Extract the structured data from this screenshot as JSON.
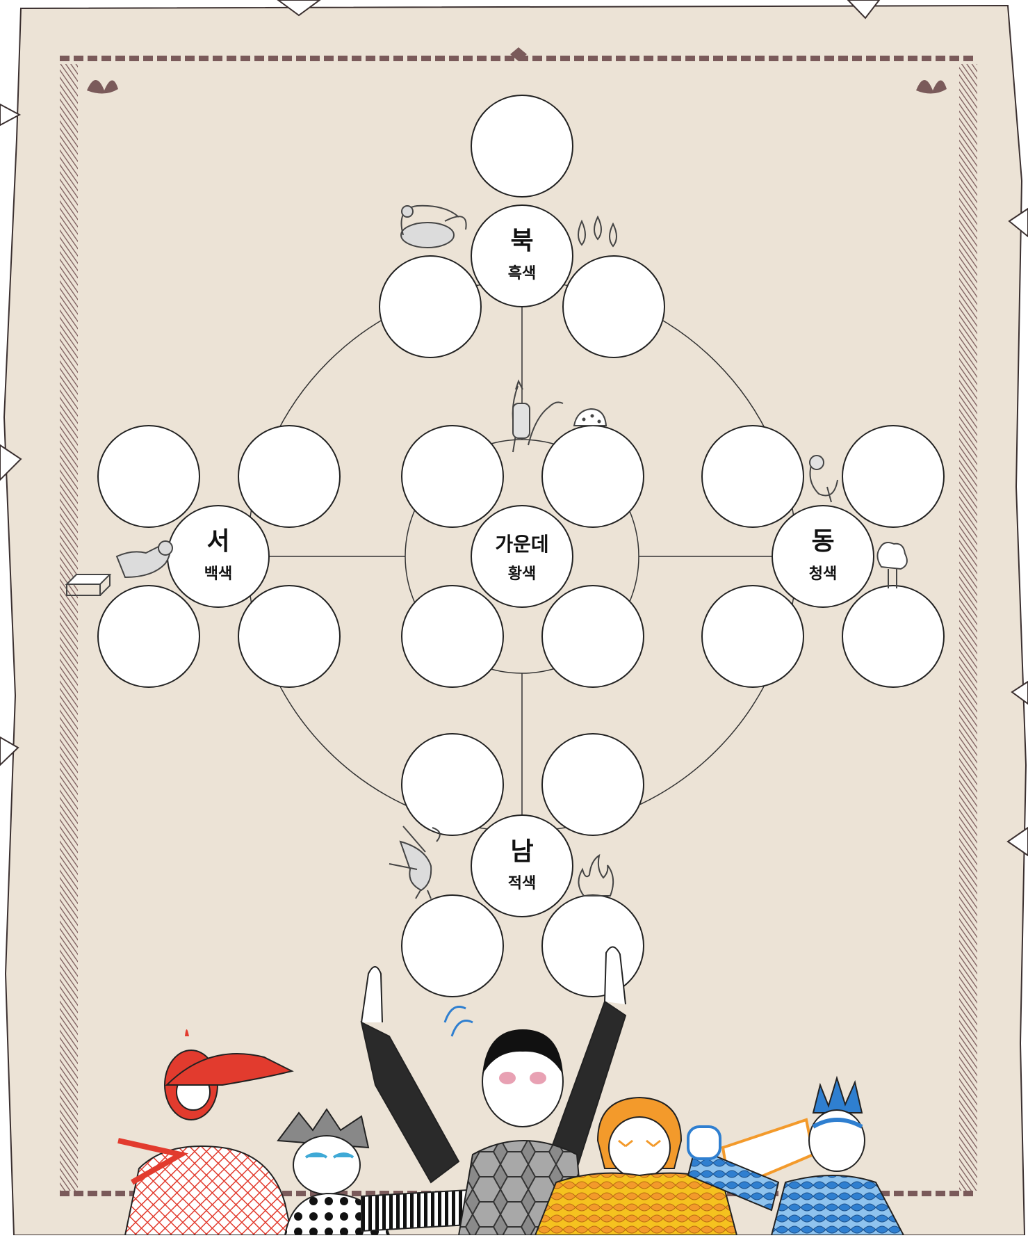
{
  "worksheet": {
    "hubs": {
      "north": {
        "direction": "북",
        "color": "흑색"
      },
      "west": {
        "direction": "서",
        "color": "백색"
      },
      "center": {
        "direction": "가운데",
        "color": "황색"
      },
      "east": {
        "direction": "동",
        "color": "청색"
      },
      "south": {
        "direction": "남",
        "color": "적색"
      }
    },
    "palette": {
      "parchment": "#ece3d6",
      "border_brown": "#7a5a5a",
      "line": "#333333",
      "red_figure": "#e23b2e",
      "black_figure": "#2a2a2a",
      "orange_figure": "#f39a2b",
      "yellow_body": "#f5c21f",
      "blue_figure": "#2f7fd0"
    },
    "icons": {
      "north": [
        "turtle-snake-icon",
        "water-drops-icon"
      ],
      "center": [
        "yellow-dragon-icon",
        "earth-mound-icon"
      ],
      "east": [
        "blue-dragon-icon",
        "tree-icon"
      ],
      "west": [
        "white-tiger-icon",
        "metal-bar-icon"
      ],
      "south": [
        "red-phoenix-icon",
        "flame-icon"
      ]
    }
  }
}
